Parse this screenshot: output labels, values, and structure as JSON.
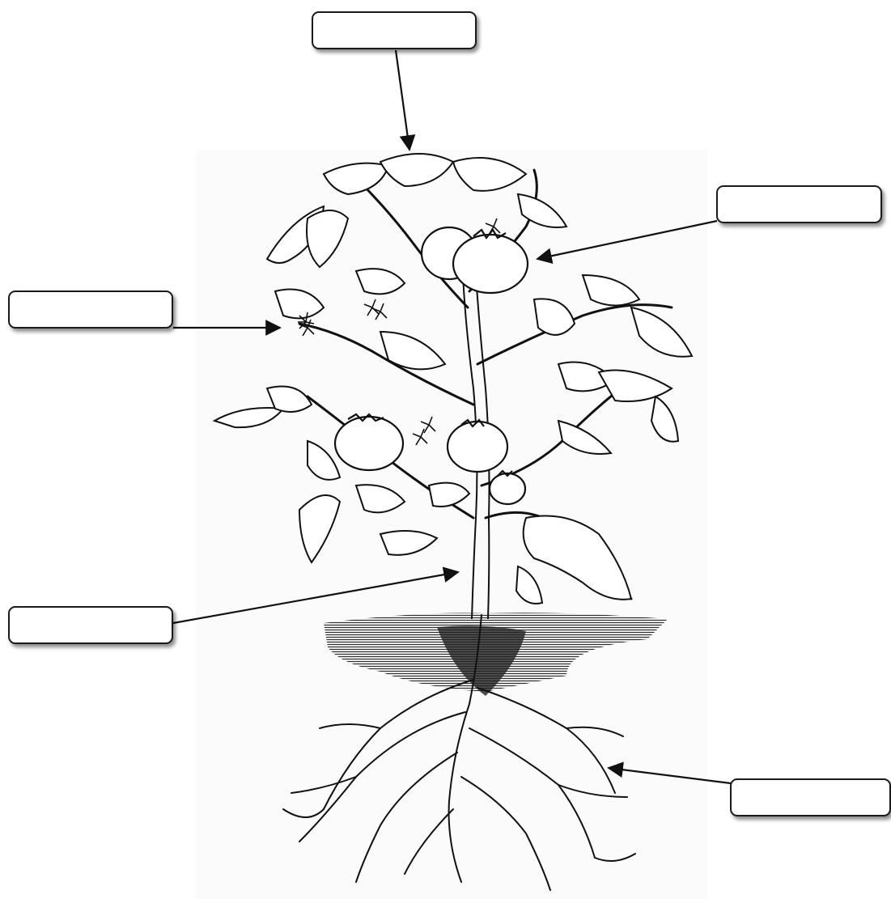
{
  "diagram": {
    "subject": "tomato-plant",
    "labels": [
      {
        "id": "top",
        "text": ""
      },
      {
        "id": "right",
        "text": ""
      },
      {
        "id": "left",
        "text": ""
      },
      {
        "id": "stem",
        "text": ""
      },
      {
        "id": "roots",
        "text": ""
      }
    ],
    "colors": {
      "ink": "#111111",
      "box_border": "#1a1a1a",
      "soil": "#222222",
      "background": "#ffffff"
    }
  }
}
